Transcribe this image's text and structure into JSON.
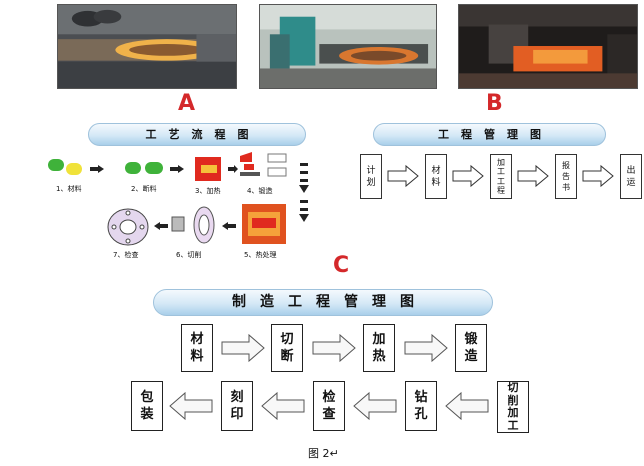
{
  "figure_label_a": "A",
  "figure_label_b": "B",
  "figure_label_c": "C",
  "process_flow": {
    "title": "工艺流程图",
    "steps": [
      "1、材料",
      "2、断料",
      "3、加热",
      "4、锻造",
      "5、热处理",
      "6、切削",
      "7、检查"
    ]
  },
  "engineering_mgmt": {
    "title": "工程管理图",
    "boxes": [
      "计\n划",
      "材\n料",
      "加\n工\n工\n程",
      "报\n告\n书",
      "出\n运"
    ]
  },
  "manufacturing_mgmt": {
    "title": "制造工程管理图",
    "row1": [
      "材\n料",
      "切\n断",
      "加\n热",
      "锻\n造"
    ],
    "row2": [
      "包\n装",
      "刻\n印",
      "检\n查",
      "钻\n孔",
      "切\n削\n加\n工"
    ]
  },
  "caption": "图 2↵"
}
